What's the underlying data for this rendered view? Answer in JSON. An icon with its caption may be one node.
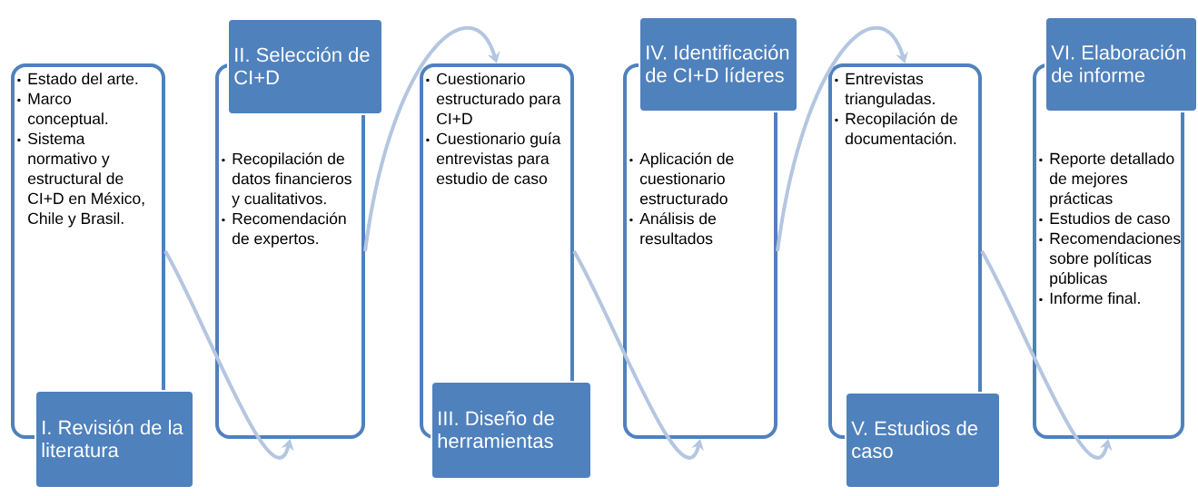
{
  "diagram": {
    "nodes": [
      {
        "text": [
          "Estado del arte.",
          "Marco conceptual.",
          "Sistema normativo y estructural de CI+D en México, Chile y Brasil."
        ]
      },
      {
        "text": [
          "I. Revisión de la literatura"
        ]
      },
      {
        "text": [
          "Recopilación de datos financieros y cualitativos.",
          "Recomendación de expertos."
        ]
      },
      {
        "text": [
          "II. Selección de CI+D"
        ]
      },
      {
        "text": [
          "Cuestionario estructurado para CI+D",
          "Cuestionario guía entrevistas para estudio de caso"
        ]
      },
      {
        "text": [
          "III. Diseño de herramientas"
        ]
      },
      {
        "text": [
          "Aplicación de cuestionario estructurado",
          "Análisis de resultados"
        ]
      },
      {
        "text": [
          "IV. Identificación de CI+D líderes"
        ]
      },
      {
        "text": [
          "Entrevistas trianguladas.",
          "Recopilación de documentación."
        ]
      },
      {
        "text": [
          "V. Estudios de caso"
        ]
      },
      {
        "text": [
          "Reporte detallado de mejores prácticas",
          "Estudios de caso",
          "Recomendaciones sobre políticas públicas",
          "Informe final."
        ]
      },
      {
        "text": [
          "VI. Elaboración de informe"
        ]
      }
    ],
    "edges": [
      {
        "from": 0,
        "to": 2,
        "arrow": "to"
      },
      {
        "from": 2,
        "to": 4,
        "arrow": "to"
      },
      {
        "from": 4,
        "to": 6,
        "arrow": "to"
      },
      {
        "from": 6,
        "to": 8,
        "arrow": "to"
      },
      {
        "from": 8,
        "to": 10,
        "arrow": "to"
      }
    ]
  }
}
